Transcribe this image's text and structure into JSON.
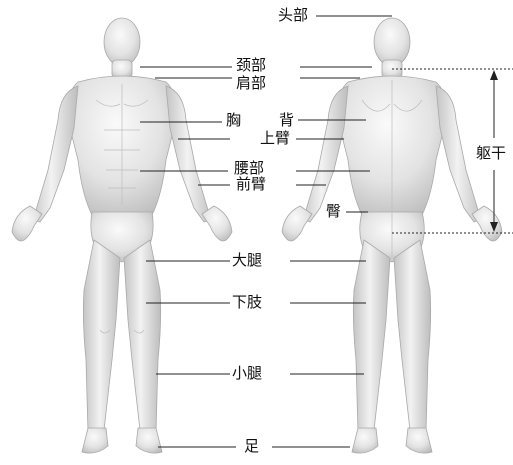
{
  "labels": {
    "head": "头部",
    "neck": "颈部",
    "shoulder": "肩部",
    "chest": "胸",
    "back": "背",
    "upper_arm": "上臂",
    "waist": "腰部",
    "forearm": "前臂",
    "buttock": "臀",
    "thigh": "大腿",
    "lower_limb": "下肢",
    "calf": "小腿",
    "foot": "足",
    "trunk": "躯干"
  }
}
